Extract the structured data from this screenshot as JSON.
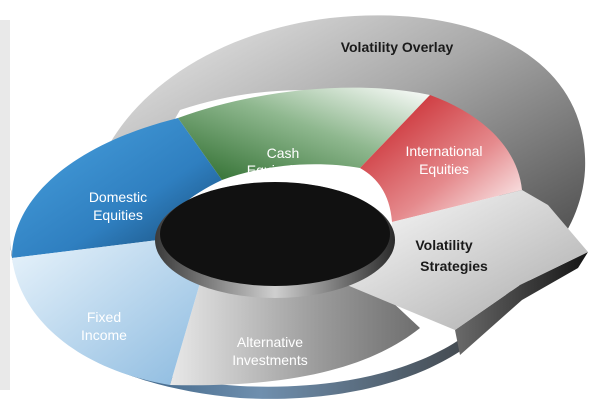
{
  "overlay_label": "Volatility Overlay",
  "strategies_label": [
    "Volatility",
    "Strategies"
  ],
  "segments": [
    {
      "id": "cash",
      "label": [
        "Cash",
        "Equivalents"
      ],
      "color": "#2e6b2e"
    },
    {
      "id": "international",
      "label": [
        "International",
        "Equities"
      ],
      "color": "#c4161c"
    },
    {
      "id": "alternative",
      "label": [
        "Alternative",
        "Investments"
      ],
      "color": "#8a8a8a"
    },
    {
      "id": "fixed",
      "label": [
        "Fixed",
        "Income"
      ],
      "color": "#a9cdea"
    },
    {
      "id": "domestic",
      "label": [
        "Domestic",
        "Equities"
      ],
      "color": "#3b8fd0"
    }
  ],
  "colors": {
    "overlay_ring": "#9a9a9a",
    "hub": "#111111"
  }
}
